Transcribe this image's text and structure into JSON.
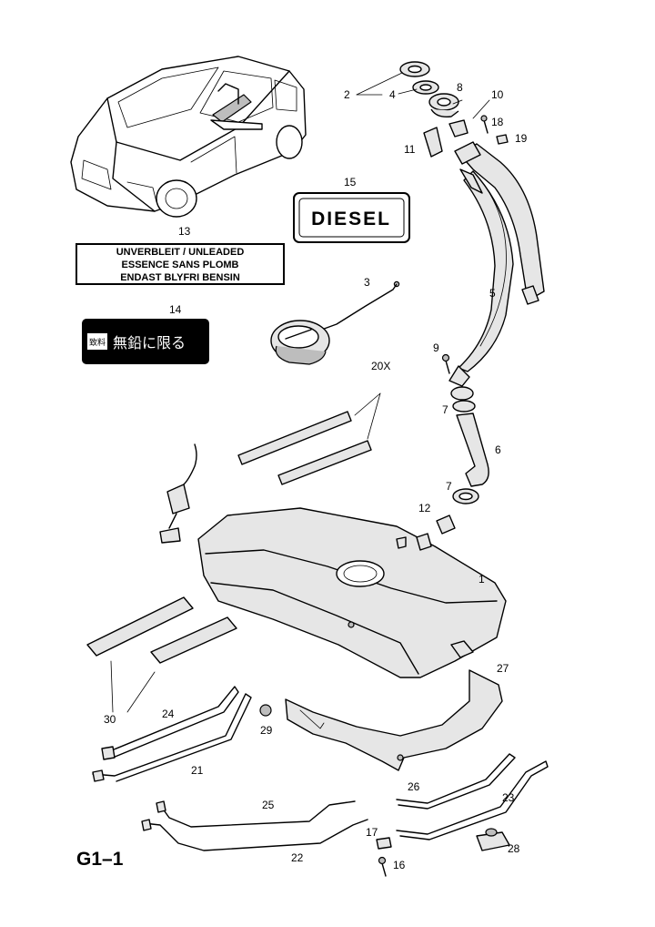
{
  "page_code": "G1–1",
  "decals": {
    "diesel": "DIESEL",
    "unleaded_lines": [
      "UNVERBLEIT / UNLEADED",
      "ESSENCE SANS PLOMB",
      "ENDAST BLYFRI BENSIN"
    ],
    "japanese_badge": "致料",
    "japanese_text": "無鉛に限る"
  },
  "callouts": {
    "c1": "1",
    "c2": "2",
    "c3": "3",
    "c4": "4",
    "c5": "5",
    "c6": "6",
    "c7a": "7",
    "c7b": "7",
    "c8": "8",
    "c9": "9",
    "c10": "10",
    "c11": "11",
    "c12": "12",
    "c13": "13",
    "c14": "14",
    "c15": "15",
    "c16": "16",
    "c17": "17",
    "c18": "18",
    "c19": "19",
    "c20x": "20X",
    "c21": "21",
    "c22": "22",
    "c23": "23",
    "c24": "24",
    "c25": "25",
    "c26": "26",
    "c27": "27",
    "c28": "28",
    "c29": "29",
    "c30": "30"
  }
}
